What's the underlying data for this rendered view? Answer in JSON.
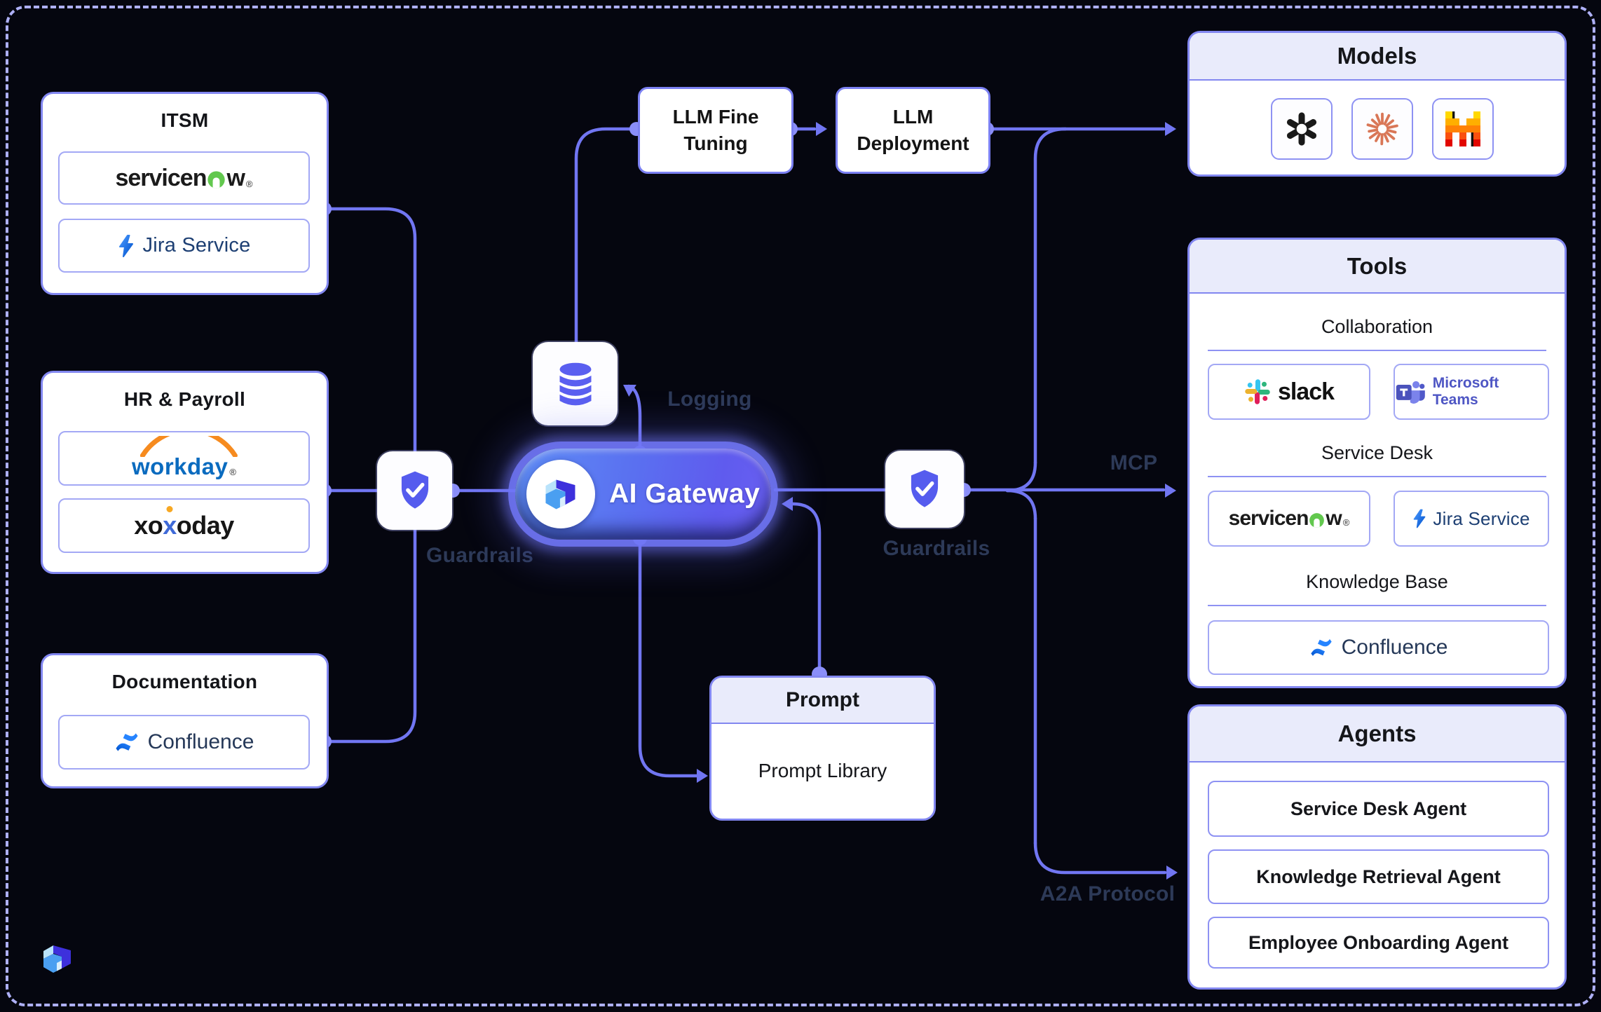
{
  "left": {
    "itsm": {
      "title": "ITSM"
    },
    "hr": {
      "title": "HR & Payroll"
    },
    "docs": {
      "title": "Documentation"
    }
  },
  "logos": {
    "servicenow": {
      "pre": "servicen",
      "suffix": "w",
      "reg": "®"
    },
    "jira": {
      "label": "Jira Service"
    },
    "workday": {
      "label": "workday",
      "reg": "®"
    },
    "xoxoday": {
      "pre": "xo",
      "mid": "x",
      "post": "oday"
    },
    "confluence": {
      "label": "Confluence"
    },
    "slack": {
      "label": "slack"
    },
    "teams": {
      "label": "Microsoft Teams"
    }
  },
  "center": {
    "fine_tuning": {
      "label": "LLM Fine Tuning"
    },
    "deployment": {
      "label": "LLM Deployment"
    },
    "gateway": {
      "label": "AI Gateway"
    },
    "prompt": {
      "title": "Prompt",
      "item": "Prompt Library"
    }
  },
  "labels": {
    "guardrails": "Guardrails",
    "logging": "Logging",
    "mcp": "MCP",
    "a2a": "A2A Protocol"
  },
  "right": {
    "models": {
      "title": "Models",
      "icons": [
        "openai-icon",
        "claude-icon",
        "mistral-icon"
      ]
    },
    "tools": {
      "title": "Tools",
      "sections": {
        "collaboration": "Collaboration",
        "service_desk": "Service Desk",
        "knowledge_base": "Knowledge Base"
      }
    },
    "agents": {
      "title": "Agents",
      "items": [
        "Service Desk Agent",
        "Knowledge Retrieval Agent",
        "Employee Onboarding Agent"
      ]
    }
  },
  "colors": {
    "background": "#05060f",
    "wire": "#7176f2",
    "dot": "#8a8ef8",
    "border_dashed": "#aeb0f6",
    "panel_header_bg": "#e9ebfb",
    "gateway_gradient_start": "#5f8df6",
    "gateway_gradient_end": "#6a60f2",
    "muted_label": "#2d3a58"
  }
}
